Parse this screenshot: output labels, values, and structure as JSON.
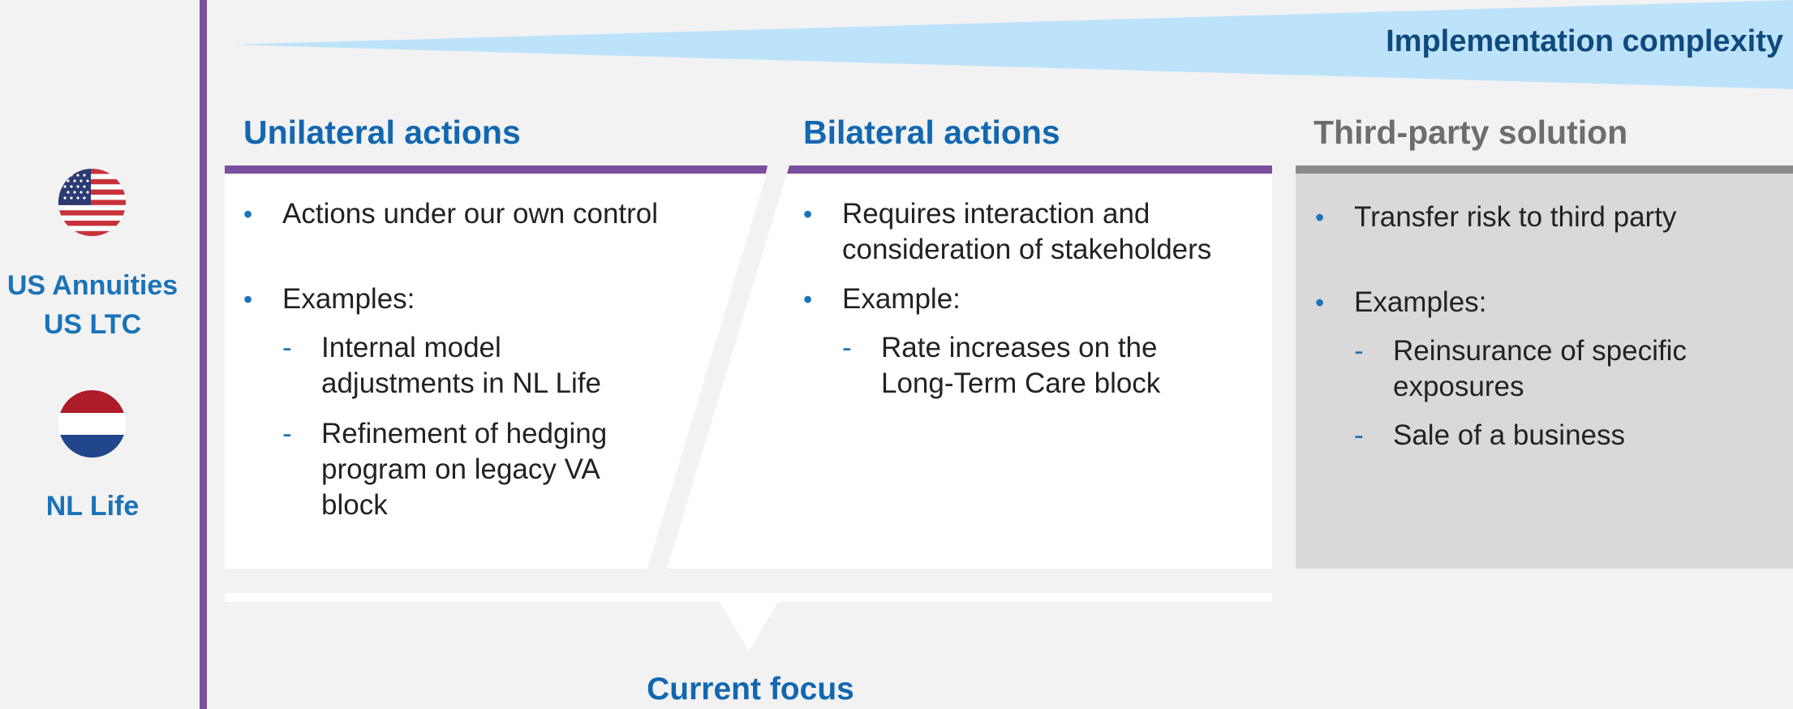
{
  "header": {
    "complexity_label": "Implementation complexity"
  },
  "regions": {
    "us": {
      "line1": "US Annuities",
      "line2": "US LTC"
    },
    "nl": {
      "label": "NL Life"
    }
  },
  "columns": [
    {
      "title": "Unilateral actions",
      "bullets": [
        {
          "text": "Actions under our own control",
          "subs": []
        },
        {
          "text": "Examples:",
          "subs": [
            "Internal model adjustments in NL Life",
            "Refinement of hedging program on legacy VA block"
          ]
        }
      ]
    },
    {
      "title": "Bilateral actions",
      "bullets": [
        {
          "text": "Requires interaction and consideration of stakeholders",
          "subs": []
        },
        {
          "text": "Example:",
          "subs": [
            "Rate increases on the Long-Term Care block"
          ]
        }
      ]
    },
    {
      "title": "Third-party solution",
      "bullets": [
        {
          "text": "Transfer risk to third party",
          "subs": []
        },
        {
          "text": "Examples:",
          "subs": [
            "Reinsurance of specific exposures",
            "Sale of a business"
          ]
        }
      ]
    }
  ],
  "footer": {
    "focus_label": "Current focus"
  },
  "colors": {
    "accent_blue": "#1267b0",
    "purple": "#7b4f9f",
    "light_blue_arrow": "#bde3fb",
    "gray_panel": "#d9d9d9",
    "gray_bar": "#8a8a8a"
  }
}
